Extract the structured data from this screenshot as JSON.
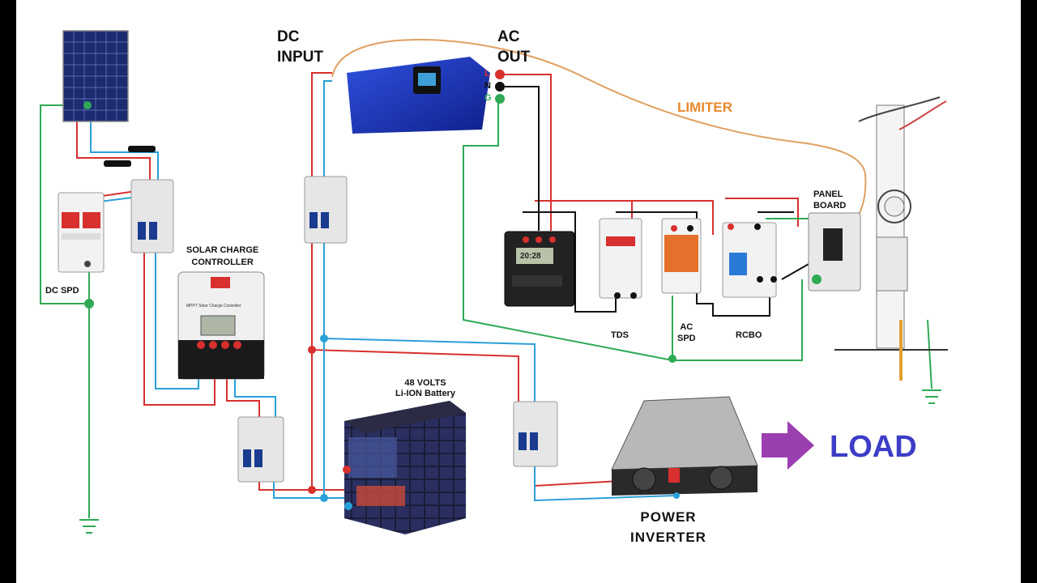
{
  "labels": {
    "dc_input": [
      "DC",
      "INPUT"
    ],
    "ac_out": [
      "AC",
      "OUT"
    ],
    "limiter": "LIMITER",
    "panel_board": [
      "PANEL",
      "BOARD"
    ],
    "solar_charge_controller": [
      "SOLAR CHARGE",
      "CONTROLLER"
    ],
    "dc_spd": "DC SPD",
    "battery": [
      "48 VOLTS",
      "Li-ION Battery"
    ],
    "tds": "TDS",
    "ac_spd": [
      "AC",
      "SPD"
    ],
    "rcbo": "RCBO",
    "load": "LOAD",
    "power_inverter": [
      "POWER",
      "INVERTER"
    ],
    "terminals": {
      "l": "L",
      "n": "N",
      "g": "G"
    },
    "timer_display": "20:28",
    "controller_brand": "MPPT Solar Charge Controller"
  },
  "colors": {
    "positive_wire": "#d8302e",
    "negative_wire": "#2aa0d8",
    "ground_wire": "#2eaa55",
    "limiter_wire": "#e0a060",
    "neutral_wire": "#111111",
    "inverter_body": "#1f3ec8",
    "load_arrow": "#9b3fb0",
    "load_text": "#3d3dc8"
  }
}
